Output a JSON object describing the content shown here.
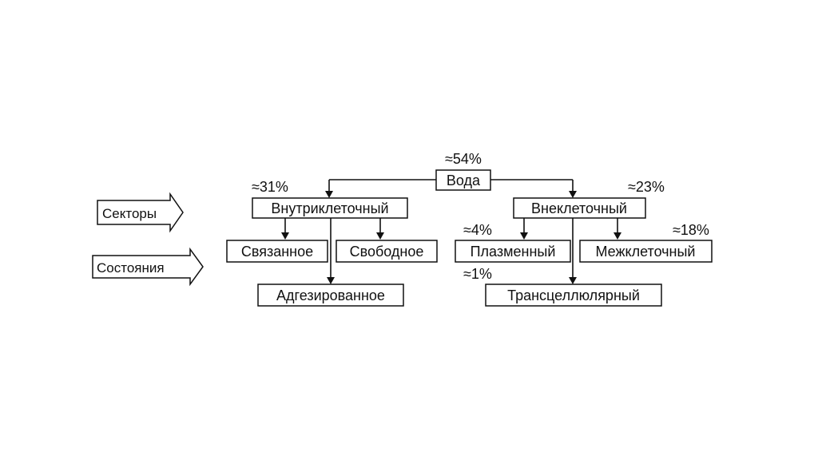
{
  "legend": {
    "sectors_label": "Секторы",
    "states_label": "Состояния"
  },
  "nodes": {
    "water": {
      "label": "Вода",
      "pct": "≈54%"
    },
    "intracellular": {
      "label": "Внутриклеточный",
      "pct": "≈31%"
    },
    "extracellular": {
      "label": "Внеклеточный",
      "pct": "≈23%"
    },
    "bound": {
      "label": "Связанное"
    },
    "free": {
      "label": "Свободное"
    },
    "adsorbed": {
      "label": "Адгезированное"
    },
    "plasma": {
      "label": "Плазменный",
      "pct": "≈4%"
    },
    "interstitial": {
      "label": "Межклеточный",
      "pct": "≈18%"
    },
    "transcellular": {
      "label": "Трансцеллюлярный",
      "pct": "≈1%"
    }
  },
  "colors": {
    "ink": "#111111",
    "background": "#ffffff"
  }
}
